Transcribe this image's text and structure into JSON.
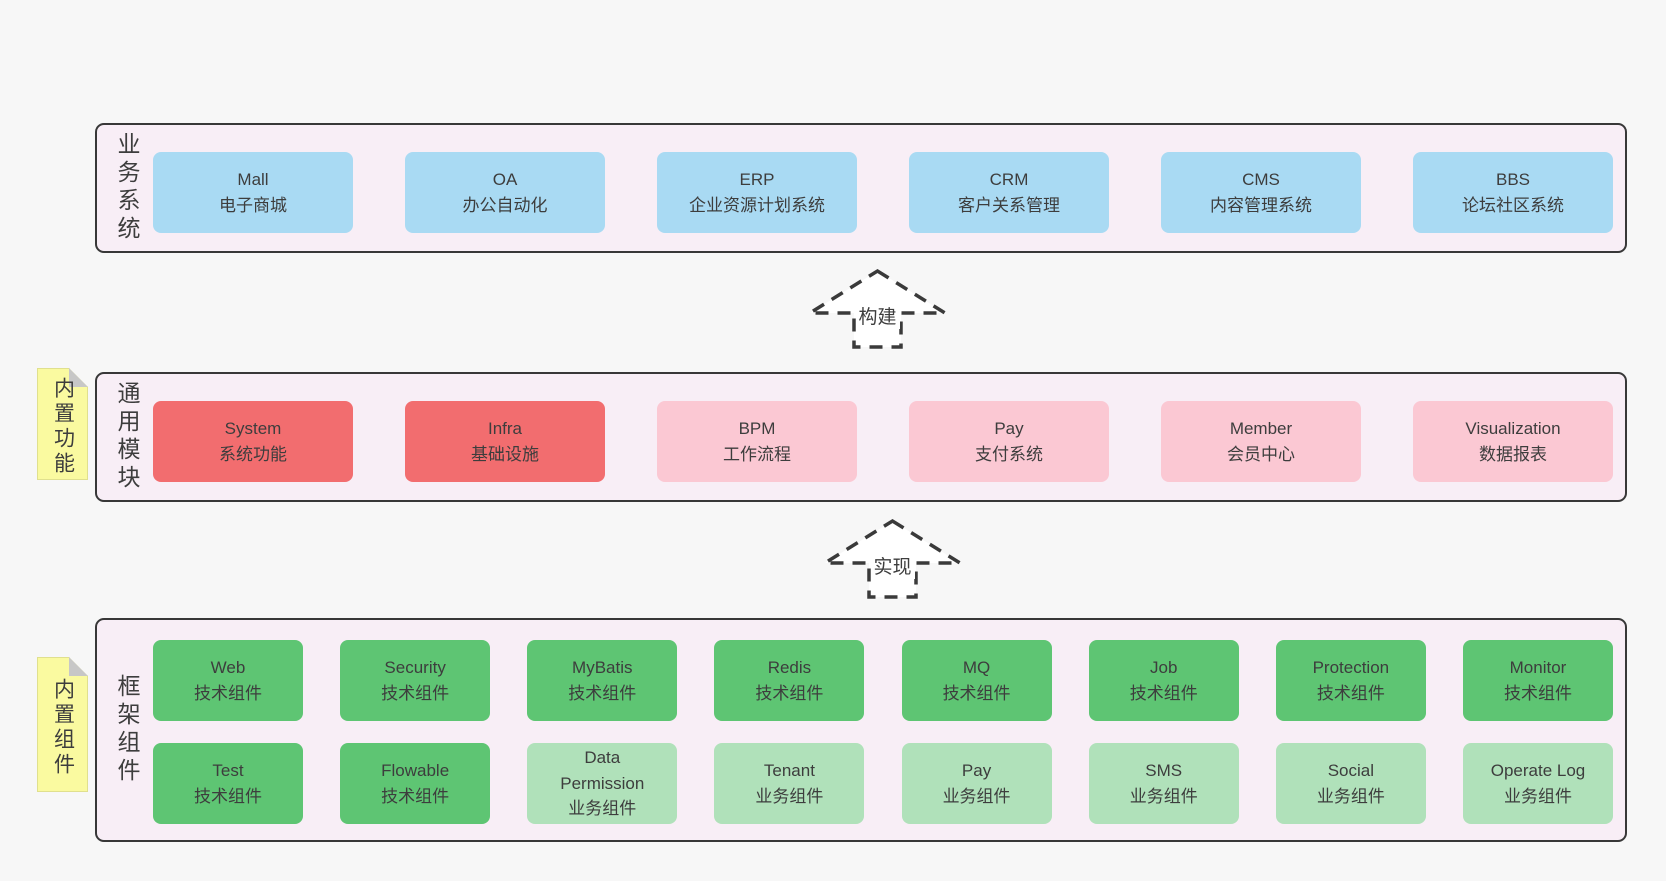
{
  "diagram": {
    "layers": {
      "business": {
        "label": "业务系统",
        "boxes": [
          {
            "name": "Mall",
            "desc": "电子商城"
          },
          {
            "name": "OA",
            "desc": "办公自动化"
          },
          {
            "name": "ERP",
            "desc": "企业资源计划系统"
          },
          {
            "name": "CRM",
            "desc": "客户关系管理"
          },
          {
            "name": "CMS",
            "desc": "内容管理系统"
          },
          {
            "name": "BBS",
            "desc": "论坛社区系统"
          }
        ]
      },
      "modules": {
        "label": "通用模块",
        "sticky": "内置功能",
        "boxes": [
          {
            "name": "System",
            "desc": "系统功能"
          },
          {
            "name": "Infra",
            "desc": "基础设施"
          },
          {
            "name": "BPM",
            "desc": "工作流程"
          },
          {
            "name": "Pay",
            "desc": "支付系统"
          },
          {
            "name": "Member",
            "desc": "会员中心"
          },
          {
            "name": "Visualization",
            "desc": "数据报表"
          }
        ]
      },
      "framework": {
        "label": "框架组件",
        "sticky": "内置组件",
        "row1": [
          {
            "name": "Web",
            "desc": "技术组件"
          },
          {
            "name": "Security",
            "desc": "技术组件"
          },
          {
            "name": "MyBatis",
            "desc": "技术组件"
          },
          {
            "name": "Redis",
            "desc": "技术组件"
          },
          {
            "name": "MQ",
            "desc": "技术组件"
          },
          {
            "name": "Job",
            "desc": "技术组件"
          },
          {
            "name": "Protection",
            "desc": "技术组件"
          },
          {
            "name": "Monitor",
            "desc": "技术组件"
          }
        ],
        "row2": [
          {
            "name": "Test",
            "desc": "技术组件"
          },
          {
            "name": "Flowable",
            "desc": "技术组件"
          },
          {
            "name": "Data Permission",
            "desc": "业务组件"
          },
          {
            "name": "Tenant",
            "desc": "业务组件"
          },
          {
            "name": "Pay",
            "desc": "业务组件"
          },
          {
            "name": "SMS",
            "desc": "业务组件"
          },
          {
            "name": "Social",
            "desc": "业务组件"
          },
          {
            "name": "Operate Log",
            "desc": "业务组件"
          }
        ]
      }
    },
    "arrows": {
      "build": {
        "label": "构建"
      },
      "implement": {
        "label": "实现"
      }
    },
    "colors": {
      "page_bg": "#f7f7f7",
      "panel_bg": "#f8eef6",
      "panel_border": "#383838",
      "business_box": "#a9daf3",
      "core_module_box": "#f26d6f",
      "optional_module_box": "#fbc8d3",
      "tech_component_box": "#5ec573",
      "biz_component_box": "#b0e1ba",
      "sticky_bg": "#fafaa0",
      "sticky_fold": "#c7c7c7",
      "text": "#3d3d3d"
    }
  }
}
